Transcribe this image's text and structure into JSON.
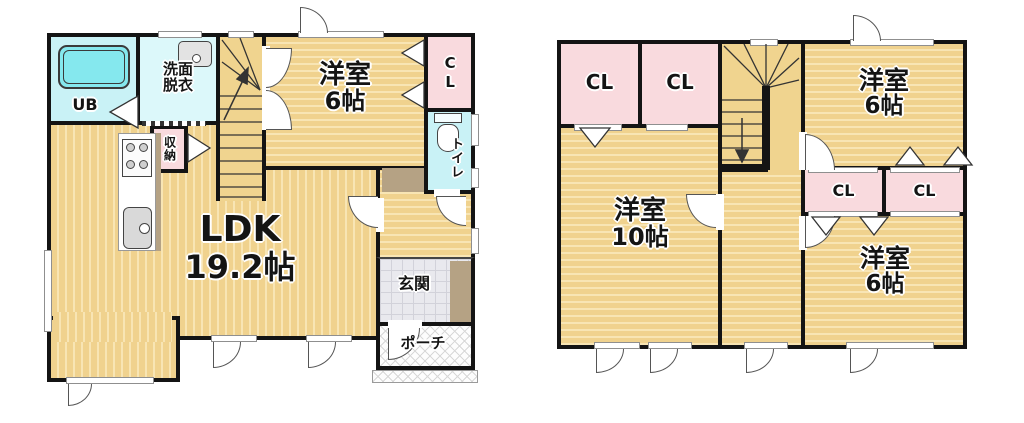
{
  "floor1": {
    "ub_label": "UB",
    "washroom_line1": "洗面",
    "washroom_line2": "脱衣",
    "storage_label": "収納",
    "western_room": {
      "name": "洋室",
      "size": "6帖"
    },
    "closet_label": "CL",
    "toilet_label": "トイレ",
    "ldk": {
      "name": "LDK",
      "size": "19.2帖"
    },
    "entrance_label": "玄関",
    "porch_label": "ポーチ"
  },
  "floor2": {
    "closet_top_left": "CL",
    "closet_top_mid": "CL",
    "western_top": {
      "name": "洋室",
      "size": "6帖"
    },
    "western_left": {
      "name": "洋室",
      "size": "10帖"
    },
    "closet_mid_left": "CL",
    "closet_mid_right": "CL",
    "western_bottom": {
      "name": "洋室",
      "size": "6帖"
    }
  },
  "colors": {
    "floor_yellow": "#f0d28e",
    "floor_stripe": "#f8e5b4",
    "closet_pink": "#f9dade",
    "bath_cyan": "#c9f2f6",
    "wall_black": "#141414",
    "entrance_tile": "#e9e9ee",
    "wood_brown": "#b5a284",
    "tub_cyan": "#85e8ee"
  }
}
